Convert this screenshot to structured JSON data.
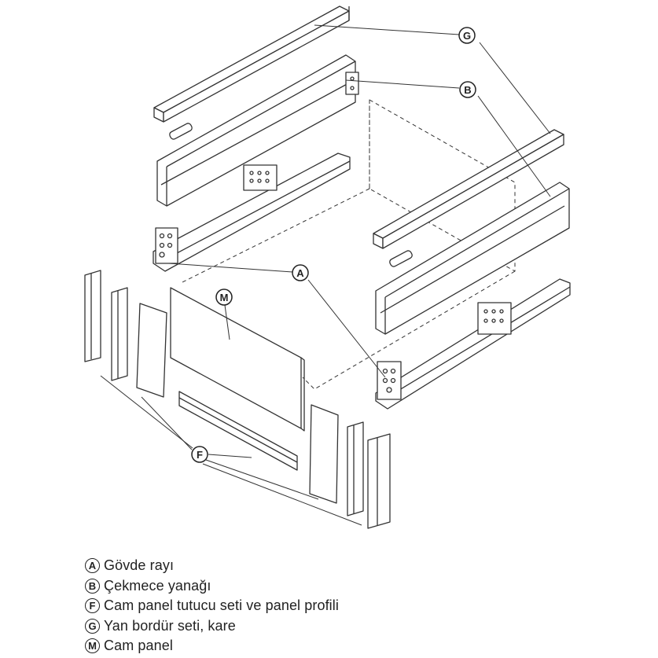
{
  "legend": [
    {
      "letter": "A",
      "text": "Gövde rayı"
    },
    {
      "letter": "B",
      "text": "Çekmece yanağı"
    },
    {
      "letter": "F",
      "text": "Cam panel tutucu seti ve panel profili"
    },
    {
      "letter": "G",
      "text": "Yan bordür seti, kare"
    },
    {
      "letter": "M",
      "text": "Cam panel"
    }
  ],
  "callouts": {
    "a": "A",
    "b": "B",
    "f": "F",
    "g": "G",
    "m": "M"
  },
  "colors": {
    "line": "#333333",
    "panel_fill": "#ffffff",
    "rail_shade": "#e8e8e8"
  }
}
